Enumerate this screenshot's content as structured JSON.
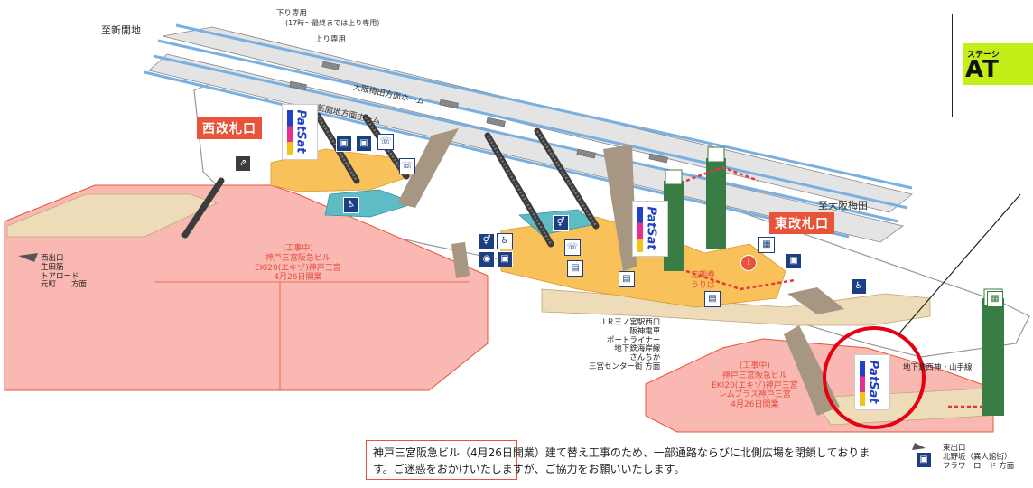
{
  "labels": {
    "shin_kaichi": "至新開地",
    "shimori_only": "下り専用",
    "shimori_note": "(17時～最終までは上り専用)",
    "nobori_only": "上り専用",
    "osaka_platform": "大阪梅田方面ホーム",
    "shinkaichi_platform": "新開地方面ホーム",
    "west_gate": "西改札口",
    "east_gate": "東改札口",
    "to_osaka_umeda": "至大阪梅田",
    "teiki_label": "定期券\nうりば",
    "west_exit": "西出口\n生田筋\nトアロード\n元町　　方面",
    "construction_1": "(工事中)\n神戸三宮阪急ビル\nEKI20(エキゾ)神戸三宮\n4月26日開業",
    "construction_2": "(工事中)\n神戸三宮阪急ビル\nEKI20(エキゾ)神戸三宮\nレムプラス神戸三宮\n4月26日開業",
    "transfers": "ＪＲ三ノ宮駅西口\n阪神電車\nポートライナー\n地下鉄海岸線\nさんちか\n三宮センター街 方面",
    "subway_line": "地下鉄西神・山手線",
    "east_exit": "東出口\n北野坂（異人館街）\nフラワーロード 方面"
  },
  "patsat_label": "PatSat",
  "notice": "神戸三宮阪急ビル（4月26日開業）建て替え工事のため、一部通路ならびに北側広場を閉鎖しております。ご迷惑をおかけいたしますが、ご協力をお願いいたします。",
  "callout": {
    "small": "ステーシ",
    "big": "AT"
  },
  "colors": {
    "platform": "#e4e4e4",
    "track": "#7ab0e0",
    "concourse_yellow": "#f9c15a",
    "construction_pink": "#f9b9b2",
    "red": "#e8543a",
    "tan": "#eedcb8",
    "elevator_green": "#3a7d44",
    "callout_green": "#c4ee17",
    "icon_navy": "#1b3f82"
  },
  "icons": [
    "escalator-icon",
    "stairs-icon",
    "elevator-icon",
    "toilet-icon",
    "phone-icon",
    "ticket-icon",
    "wheelchair-icon",
    "info-icon",
    "locker-icon"
  ]
}
